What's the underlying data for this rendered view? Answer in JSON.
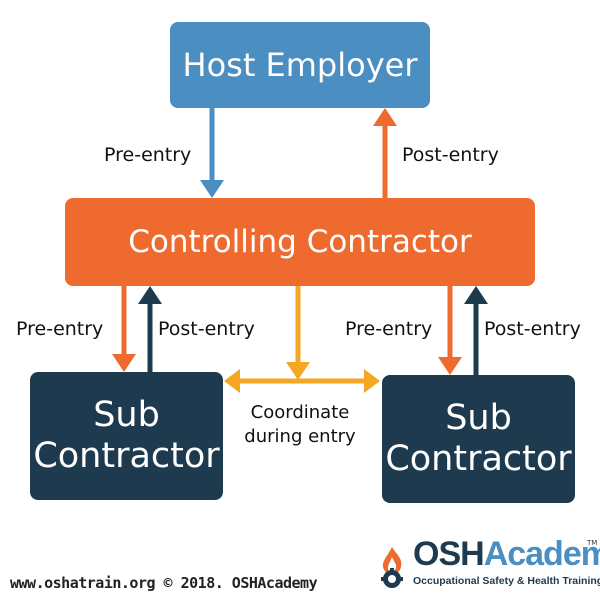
{
  "nodes": {
    "host": "Host Employer",
    "controlling": "Controlling Contractor",
    "sub_left": "Sub Contractor",
    "sub_right": "Sub Contractor"
  },
  "edges": {
    "host_to_ctrl": "Pre-entry",
    "ctrl_to_host": "Post-entry",
    "left_pre": "Pre-entry",
    "left_post": "Post-entry",
    "right_pre": "Pre-entry",
    "right_post": "Post-entry",
    "coordinate_line1": "Coordinate",
    "coordinate_line2": "during entry"
  },
  "footer": "www.oshatrain.org © 2018. OSHAcademy",
  "logo": {
    "osh": "OSH",
    "academy": "Academy",
    "tagline": "Occupational Safety & Health Training",
    "tm": "TM"
  },
  "colors": {
    "blue": "#4a8ec2",
    "orange": "#ef6a2f",
    "navy": "#1d3a4f",
    "gold": "#f5a623"
  }
}
